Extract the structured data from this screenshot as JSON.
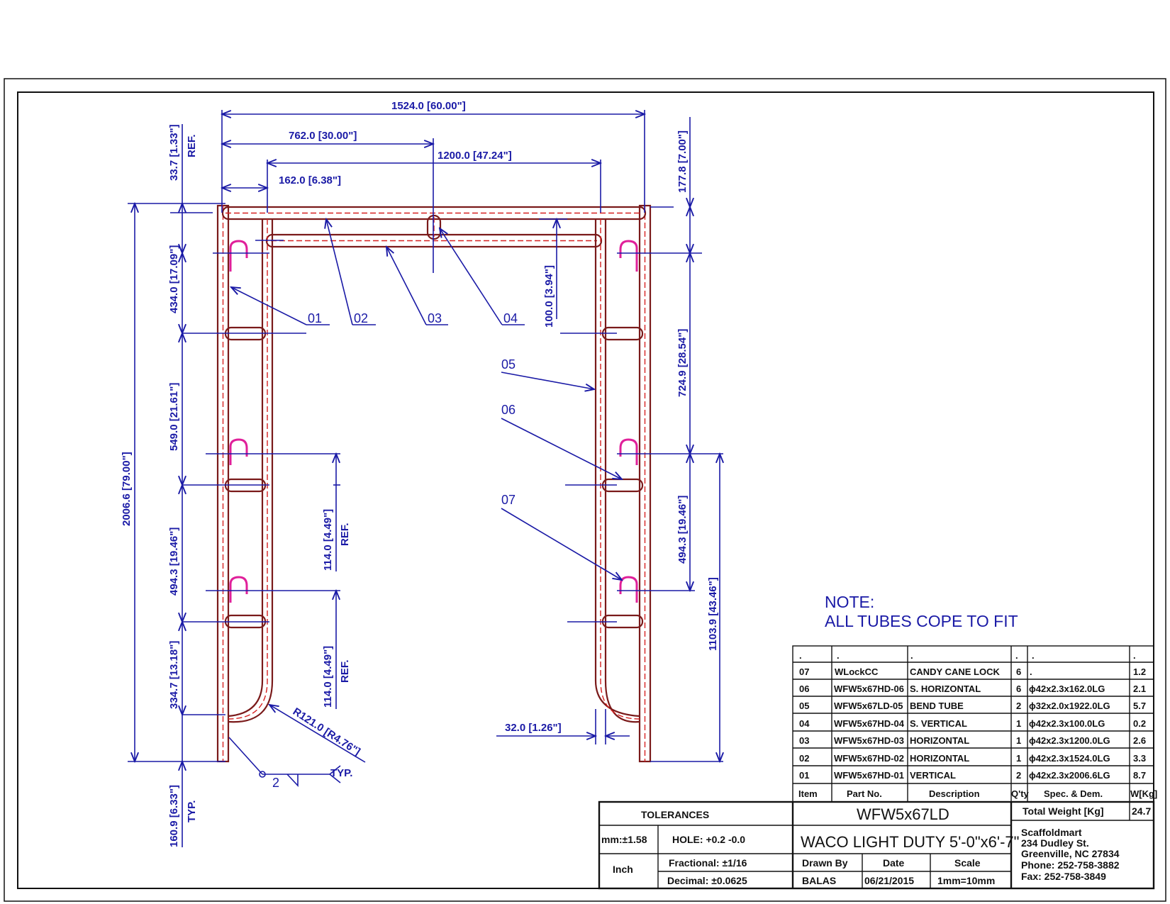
{
  "dimensions": {
    "d_1524": "1524.0 [60.00\"]",
    "d_762": "762.0 [30.00\"]",
    "d_1200": "1200.0 [47.24\"]",
    "d_162": "162.0 [6.38\"]",
    "d_33_7": "33.7 [1.33\"]",
    "ref": "REF.",
    "d_177_8": "177.8 [7.00\"]",
    "d_434": "434.0 [17.09\"]",
    "d_549": "549.0 [21.61\"]",
    "d_494_3": "494.3 [19.46\"]",
    "d_334_7": "334.7 [13.18\"]",
    "d_160_9": "160.9 [6.33\"]",
    "typ": "TYP.",
    "d_2006_6": "2006.6 [79.00\"]",
    "d_114": "114.0 [4.49\"]",
    "d_100": "100.0 [3.94\"]",
    "d_724_9": "724.9 [28.54\"]",
    "d_1103_9": "1103.9 [43.46\"]",
    "d_32": "32.0 [1.26\"]",
    "radius": "R121.0 [R4.76\"]",
    "weld_size": "2",
    "weld_typ": "TYP."
  },
  "callouts": [
    "01",
    "02",
    "03",
    "04",
    "05",
    "06",
    "07"
  ],
  "note": {
    "line1": "NOTE:",
    "line2": "ALL  TUBES  COPE  TO  FIT"
  },
  "bom": {
    "blank_row": [
      ".",
      ".",
      ".",
      ".",
      ".",
      "."
    ],
    "rows": [
      {
        "item": "07",
        "part": "WLockCC",
        "desc": "CANDY  CANE  LOCK",
        "qty": "6",
        "spec": ".",
        "wt": "1.2"
      },
      {
        "item": "06",
        "part": "WFW5x67HD-06",
        "desc": "S.  HORIZONTAL",
        "qty": "6",
        "spec": "ɸ42x2.3x162.0LG",
        "wt": "2.1"
      },
      {
        "item": "05",
        "part": "WFW5x67LD-05",
        "desc": "BEND  TUBE",
        "qty": "2",
        "spec": "ɸ32x2.0x1922.0LG",
        "wt": "5.7"
      },
      {
        "item": "04",
        "part": "WFW5x67HD-04",
        "desc": "S.  VERTICAL",
        "qty": "1",
        "spec": "ɸ42x2.3x100.0LG",
        "wt": "0.2"
      },
      {
        "item": "03",
        "part": "WFW5x67HD-03",
        "desc": "HORIZONTAL",
        "qty": "1",
        "spec": "ɸ42x2.3x1200.0LG",
        "wt": "2.6"
      },
      {
        "item": "02",
        "part": "WFW5x67HD-02",
        "desc": "HORIZONTAL",
        "qty": "1",
        "spec": "ɸ42x2.3x1524.0LG",
        "wt": "3.3"
      },
      {
        "item": "01",
        "part": "WFW5x67HD-01",
        "desc": "VERTICAL",
        "qty": "2",
        "spec": "ɸ42x2.3x2006.6LG",
        "wt": "8.7"
      }
    ],
    "header": {
      "item": "Item",
      "part": "Part  No.",
      "desc": "Description",
      "qty": "Q'ty",
      "spec": "Spec.  &  Dem.",
      "wt": "W[Kg]"
    }
  },
  "title_block": {
    "tolerances": "TOLERANCES",
    "mm_tol": "mm:±1.58",
    "hole": "HOLE:  +0.2   -0.0",
    "inch": "Inch",
    "fractional": "Fractional:  ±1/16",
    "decimal": "Decimal:  ±0.0625",
    "drawing_no": "WFW5x67LD",
    "title": "WACO  LIGHT  DUTY  5'-0\"x6'-7\"",
    "drawn_by_label": "Drawn  By",
    "drawn_by": "BALAS",
    "date_label": "Date",
    "date": "06/21/2015",
    "scale_label": "Scale",
    "scale": "1mm=10mm",
    "total_weight_label": "Total  Weight  [Kg]",
    "total_weight": "24.7",
    "company": "Scaffoldmart",
    "address1": "234  Dudley  St.",
    "address2": "Greenville,  NC  27834",
    "phone": "Phone:  252-758-3882",
    "fax": "Fax:      252-758-3849"
  },
  "colors": {
    "dimension": "#1a1aa6",
    "tube_outline": "#7a1a1a",
    "tube_center": "#d62020",
    "lock": "#e0209a"
  }
}
